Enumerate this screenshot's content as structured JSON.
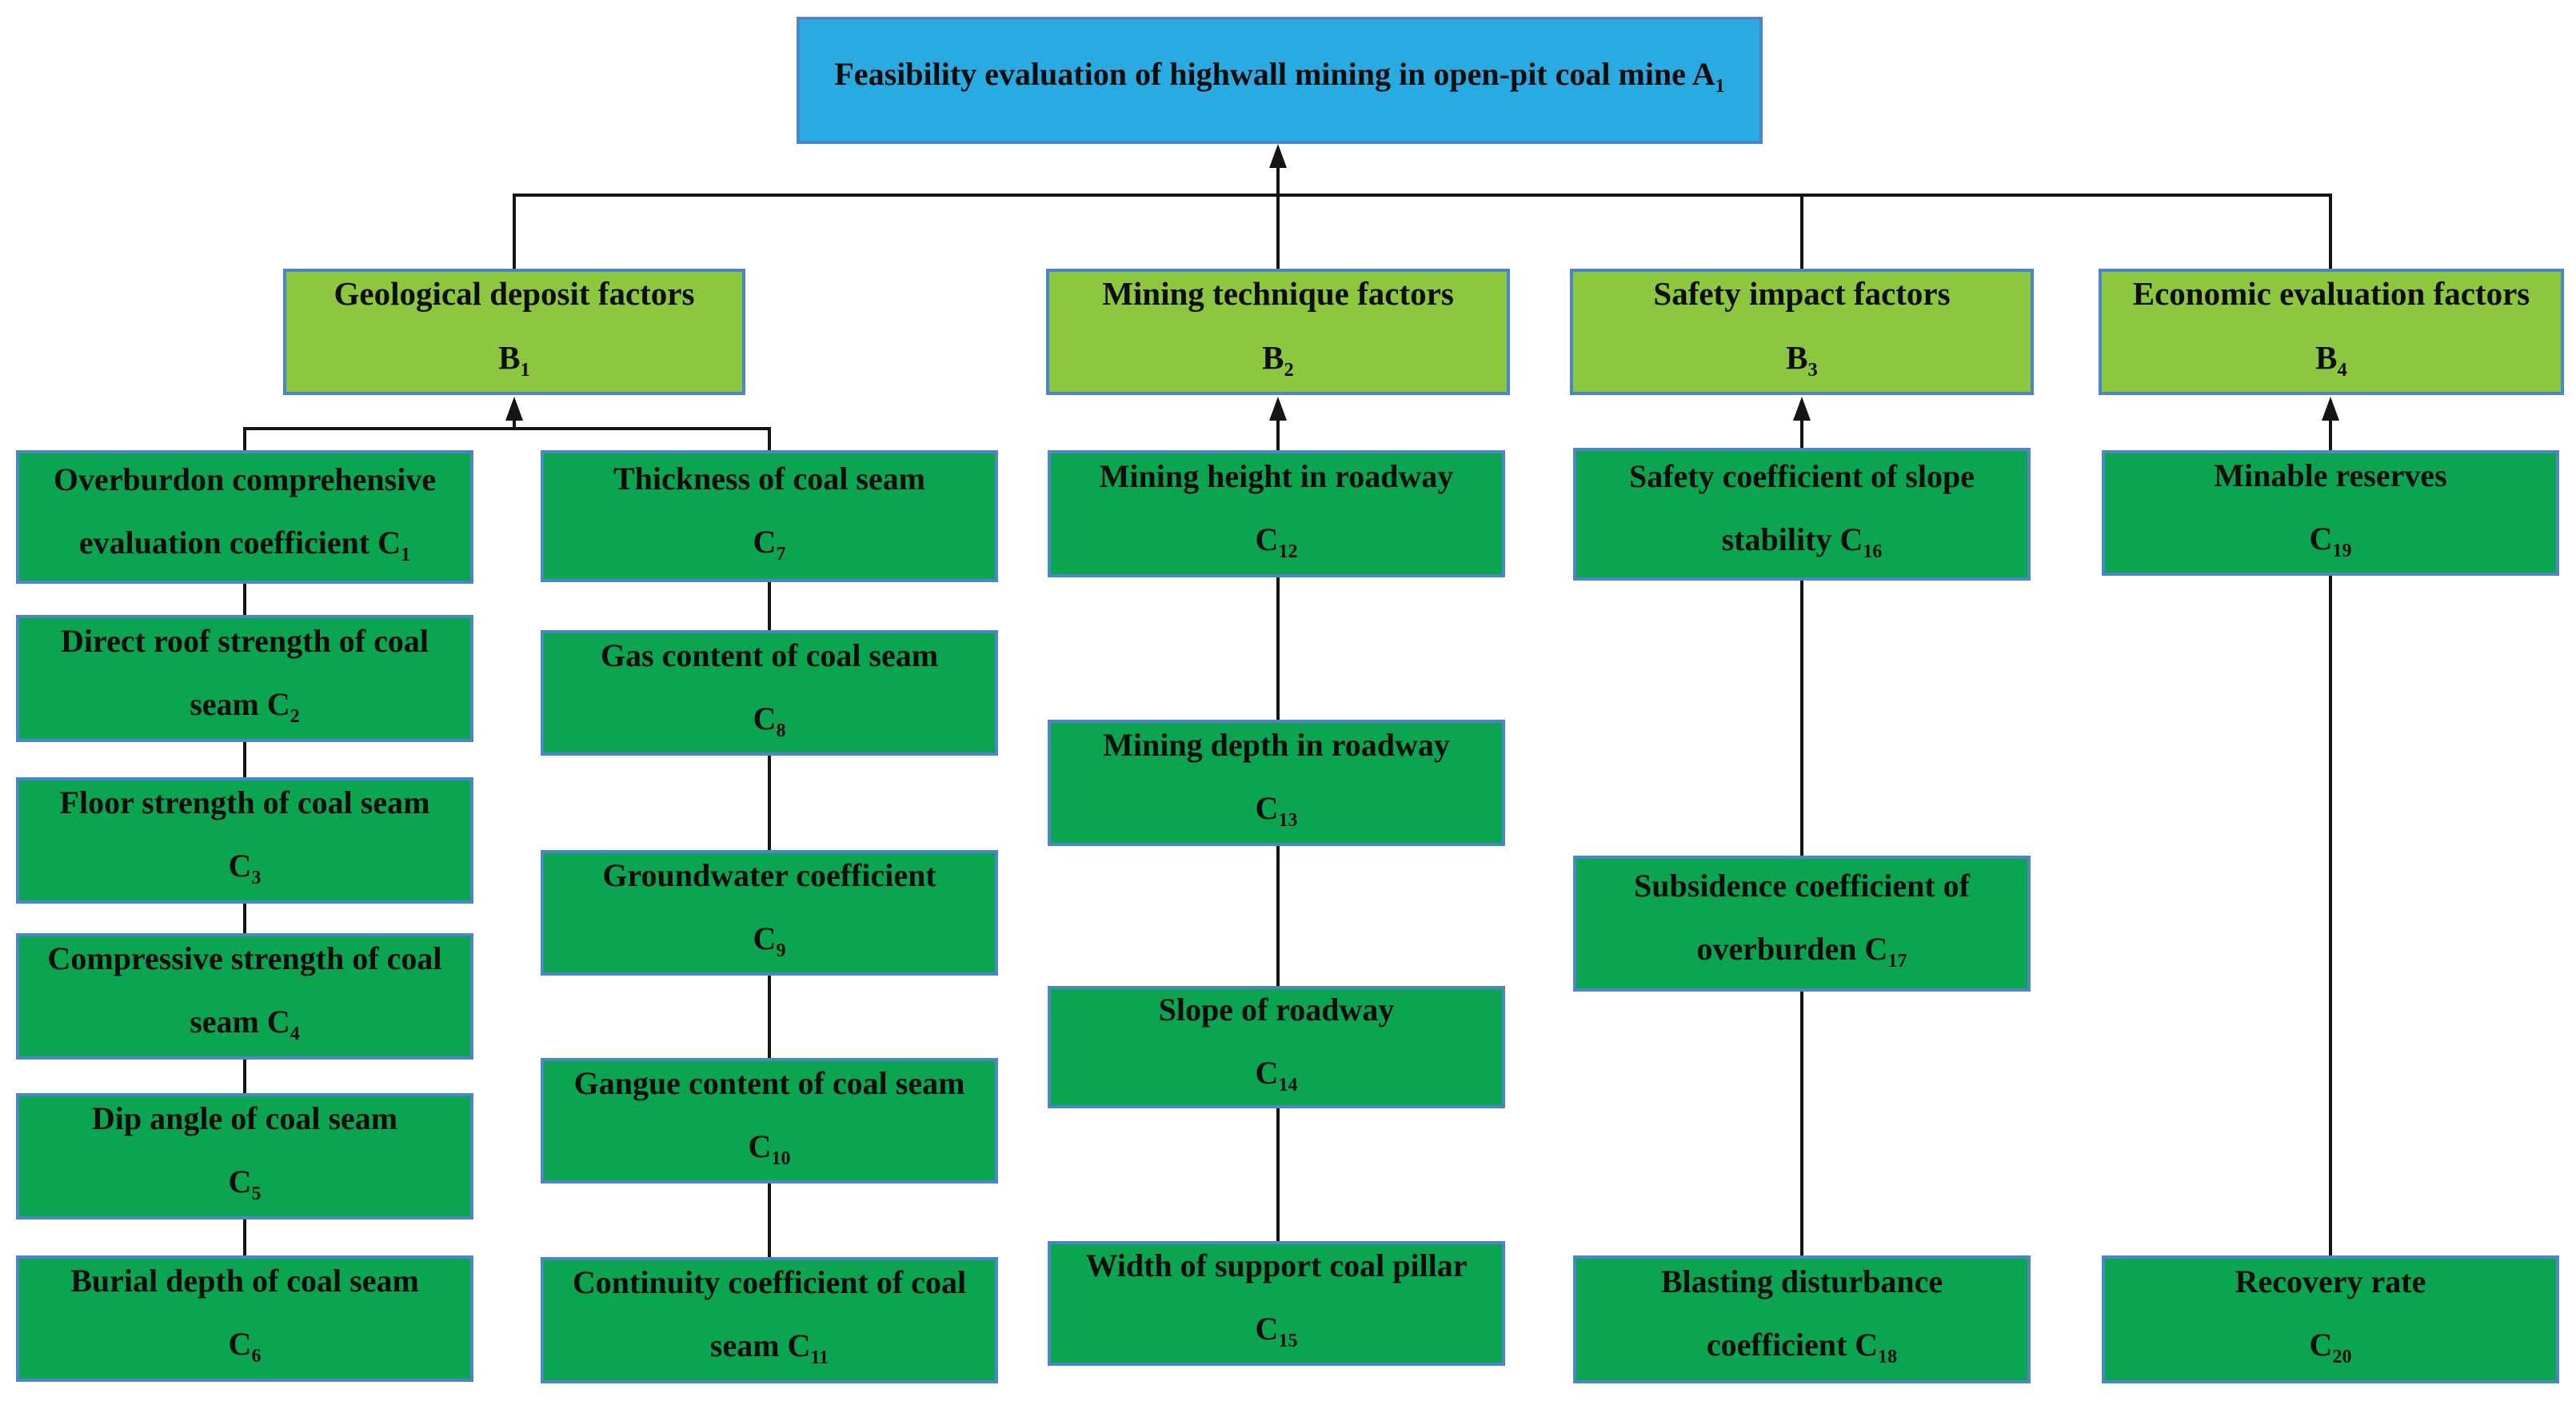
{
  "colors": {
    "goal_fill": "#29abe2",
    "factor_fill": "#8dc63f",
    "criterion_fill": "#0ba551",
    "border": "#4a86c8",
    "line": "#151515",
    "text": "#0d0d0d"
  },
  "diagram": {
    "goal": {
      "lines": [
        {
          "text": "Feasibility evaluation of highwall mining in open-pit coal mine A",
          "sub": "1"
        }
      ]
    },
    "factors": [
      {
        "lines": [
          {
            "text": "Geological deposit factors",
            "sub": ""
          },
          {
            "text": "B",
            "sub": "1"
          }
        ],
        "columns": [
          {
            "criteria": [
              {
                "lines": [
                  {
                    "text": "Overburdon comprehensive",
                    "sub": ""
                  },
                  {
                    "text": "evaluation coefficient C",
                    "sub": "1"
                  }
                ]
              },
              {
                "lines": [
                  {
                    "text": "Direct roof strength of coal",
                    "sub": ""
                  },
                  {
                    "text": "seam C",
                    "sub": "2"
                  }
                ]
              },
              {
                "lines": [
                  {
                    "text": "Floor strength of coal seam",
                    "sub": ""
                  },
                  {
                    "text": "C",
                    "sub": "3"
                  }
                ]
              },
              {
                "lines": [
                  {
                    "text": "Compressive strength of coal",
                    "sub": ""
                  },
                  {
                    "text": "seam C",
                    "sub": "4"
                  }
                ]
              },
              {
                "lines": [
                  {
                    "text": "Dip angle of coal seam",
                    "sub": ""
                  },
                  {
                    "text": "C",
                    "sub": "5"
                  }
                ]
              },
              {
                "lines": [
                  {
                    "text": "Burial depth of coal seam",
                    "sub": ""
                  },
                  {
                    "text": "C",
                    "sub": "6"
                  }
                ]
              }
            ]
          },
          {
            "criteria": [
              {
                "lines": [
                  {
                    "text": "Thickness of coal seam",
                    "sub": ""
                  },
                  {
                    "text": "C",
                    "sub": "7"
                  }
                ]
              },
              {
                "lines": [
                  {
                    "text": "Gas content of coal seam",
                    "sub": ""
                  },
                  {
                    "text": "C",
                    "sub": "8"
                  }
                ]
              },
              {
                "lines": [
                  {
                    "text": "Groundwater coefficient",
                    "sub": ""
                  },
                  {
                    "text": "C",
                    "sub": "9"
                  }
                ]
              },
              {
                "lines": [
                  {
                    "text": "Gangue content of coal seam",
                    "sub": ""
                  },
                  {
                    "text": "C",
                    "sub": "10"
                  }
                ]
              },
              {
                "lines": [
                  {
                    "text": "Continuity coefficient of coal",
                    "sub": ""
                  },
                  {
                    "text": "seam C",
                    "sub": "11"
                  }
                ]
              }
            ]
          }
        ]
      },
      {
        "lines": [
          {
            "text": "Mining technique factors",
            "sub": ""
          },
          {
            "text": "B",
            "sub": "2"
          }
        ],
        "columns": [
          {
            "criteria": [
              {
                "lines": [
                  {
                    "text": "Mining height in roadway",
                    "sub": ""
                  },
                  {
                    "text": "C",
                    "sub": "12"
                  }
                ]
              },
              {
                "lines": [
                  {
                    "text": "Mining depth in roadway",
                    "sub": ""
                  },
                  {
                    "text": "C",
                    "sub": "13"
                  }
                ]
              },
              {
                "lines": [
                  {
                    "text": "Slope of roadway",
                    "sub": ""
                  },
                  {
                    "text": "C",
                    "sub": "14"
                  }
                ]
              },
              {
                "lines": [
                  {
                    "text": "Width of support coal pillar",
                    "sub": ""
                  },
                  {
                    "text": "C",
                    "sub": "15"
                  }
                ]
              }
            ]
          }
        ]
      },
      {
        "lines": [
          {
            "text": "Safety impact factors",
            "sub": ""
          },
          {
            "text": "B",
            "sub": "3"
          }
        ],
        "columns": [
          {
            "criteria": [
              {
                "lines": [
                  {
                    "text": "Safety coefficient of slope",
                    "sub": ""
                  },
                  {
                    "text": "stability C",
                    "sub": "16"
                  }
                ]
              },
              {
                "lines": [
                  {
                    "text": "Subsidence coefficient of",
                    "sub": ""
                  },
                  {
                    "text": "overburden C",
                    "sub": "17"
                  }
                ]
              },
              {
                "lines": [
                  {
                    "text": "Blasting disturbance",
                    "sub": ""
                  },
                  {
                    "text": "coefficient C",
                    "sub": "18"
                  }
                ]
              }
            ]
          }
        ]
      },
      {
        "lines": [
          {
            "text": "Economic evaluation factors",
            "sub": ""
          },
          {
            "text": "B",
            "sub": "4"
          }
        ],
        "columns": [
          {
            "criteria": [
              {
                "lines": [
                  {
                    "text": "Minable reserves",
                    "sub": ""
                  },
                  {
                    "text": "C",
                    "sub": "19"
                  }
                ]
              },
              {
                "lines": [
                  {
                    "text": "Recovery rate",
                    "sub": ""
                  },
                  {
                    "text": "C",
                    "sub": "20"
                  }
                ]
              }
            ]
          }
        ]
      }
    ]
  }
}
